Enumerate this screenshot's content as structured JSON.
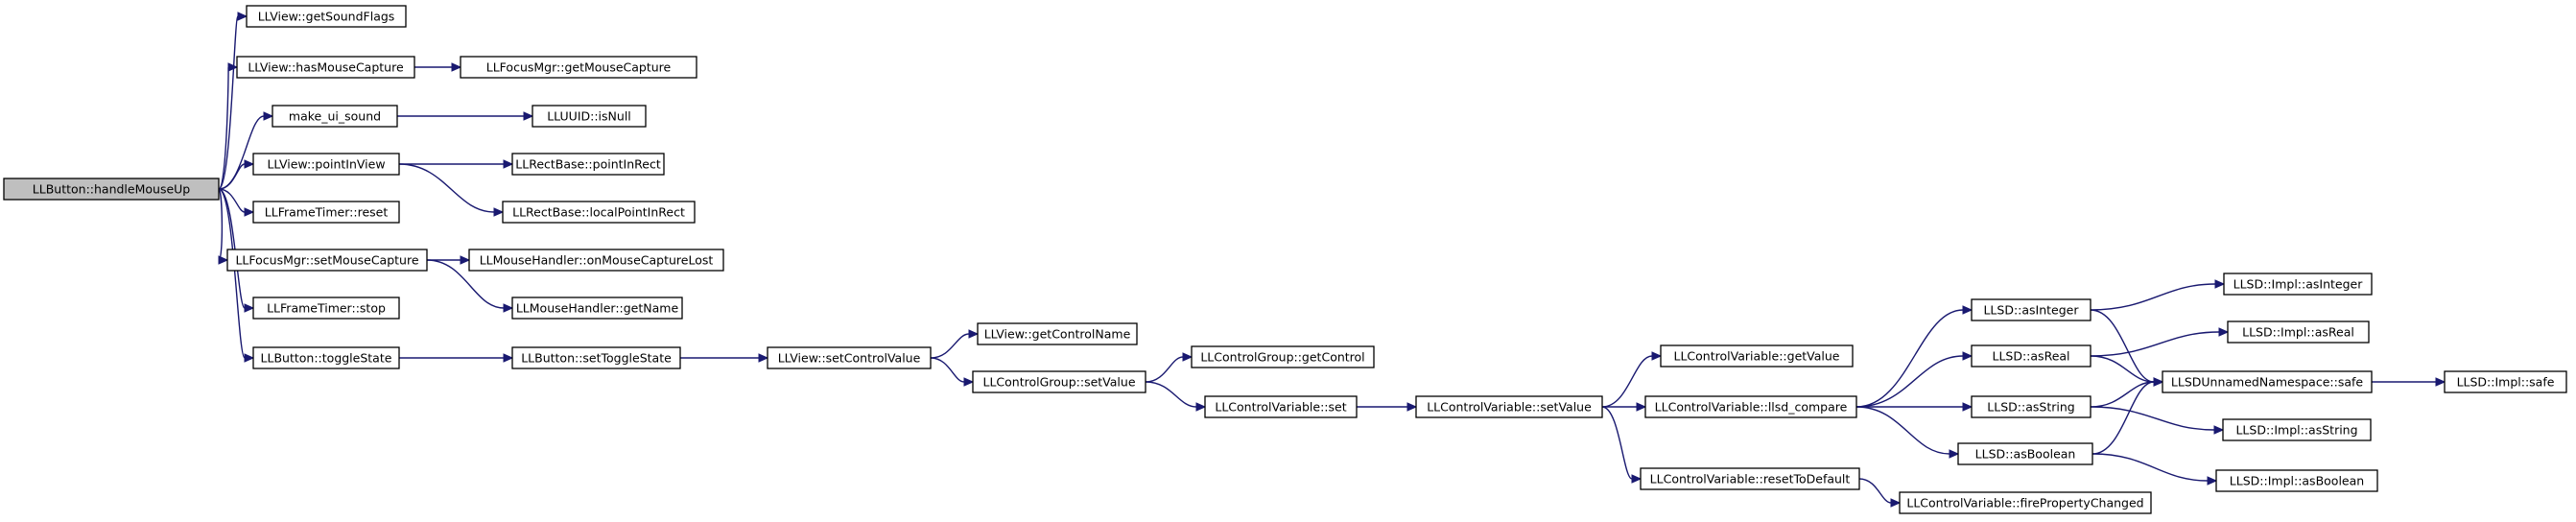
{
  "diagram": {
    "nodes": [
      {
        "id": "n0",
        "label": "LLButton::handleMouseUp",
        "root": true
      },
      {
        "id": "n1",
        "label": "LLView::getSoundFlags"
      },
      {
        "id": "n2",
        "label": "LLView::hasMouseCapture"
      },
      {
        "id": "n3",
        "label": "LLFocusMgr::getMouseCapture"
      },
      {
        "id": "n4",
        "label": "make_ui_sound"
      },
      {
        "id": "n5",
        "label": "LLUUID::isNull"
      },
      {
        "id": "n6",
        "label": "LLView::pointInView"
      },
      {
        "id": "n7",
        "label": "LLRectBase::pointInRect"
      },
      {
        "id": "n8",
        "label": "LLRectBase::localPointInRect"
      },
      {
        "id": "n9",
        "label": "LLFrameTimer::reset"
      },
      {
        "id": "n10",
        "label": "LLFocusMgr::setMouseCapture"
      },
      {
        "id": "n11",
        "label": "LLMouseHandler::onMouseCaptureLost"
      },
      {
        "id": "n12",
        "label": "LLMouseHandler::getName"
      },
      {
        "id": "n13",
        "label": "LLFrameTimer::stop"
      },
      {
        "id": "n14",
        "label": "LLButton::toggleState"
      },
      {
        "id": "n15",
        "label": "LLButton::setToggleState"
      },
      {
        "id": "n16",
        "label": "LLView::setControlValue"
      },
      {
        "id": "n17",
        "label": "LLView::getControlName"
      },
      {
        "id": "n18",
        "label": "LLControlGroup::setValue"
      },
      {
        "id": "n19",
        "label": "LLControlGroup::getControl"
      },
      {
        "id": "n20",
        "label": "LLControlVariable::set"
      },
      {
        "id": "n21",
        "label": "LLControlVariable::setValue"
      },
      {
        "id": "n22",
        "label": "LLControlVariable::getValue"
      },
      {
        "id": "n23",
        "label": "LLControlVariable::llsd_compare"
      },
      {
        "id": "n24",
        "label": "LLControlVariable::resetToDefault"
      },
      {
        "id": "n25",
        "label": "LLControlVariable::firePropertyChanged"
      },
      {
        "id": "n26",
        "label": "LLSD::asInteger"
      },
      {
        "id": "n27",
        "label": "LLSD::asReal"
      },
      {
        "id": "n28",
        "label": "LLSD::asString"
      },
      {
        "id": "n29",
        "label": "LLSD::asBoolean"
      },
      {
        "id": "n30",
        "label": "LLSD::Impl::asInteger"
      },
      {
        "id": "n31",
        "label": "LLSD::Impl::asReal"
      },
      {
        "id": "n32",
        "label": "LLSDUnnamedNamespace::safe"
      },
      {
        "id": "n33",
        "label": "LLSD::Impl::asString"
      },
      {
        "id": "n34",
        "label": "LLSD::Impl::asBoolean"
      },
      {
        "id": "n35",
        "label": "LLSD::Impl::safe"
      }
    ],
    "edges": [
      [
        "n0",
        "n1"
      ],
      [
        "n0",
        "n2"
      ],
      [
        "n0",
        "n4"
      ],
      [
        "n0",
        "n6"
      ],
      [
        "n0",
        "n9"
      ],
      [
        "n0",
        "n10"
      ],
      [
        "n0",
        "n13"
      ],
      [
        "n0",
        "n14"
      ],
      [
        "n2",
        "n3"
      ],
      [
        "n4",
        "n5"
      ],
      [
        "n6",
        "n7"
      ],
      [
        "n6",
        "n8"
      ],
      [
        "n10",
        "n11"
      ],
      [
        "n10",
        "n12"
      ],
      [
        "n14",
        "n15"
      ],
      [
        "n15",
        "n16"
      ],
      [
        "n16",
        "n17"
      ],
      [
        "n16",
        "n18"
      ],
      [
        "n18",
        "n19"
      ],
      [
        "n18",
        "n20"
      ],
      [
        "n20",
        "n21"
      ],
      [
        "n21",
        "n22"
      ],
      [
        "n21",
        "n23"
      ],
      [
        "n21",
        "n24"
      ],
      [
        "n24",
        "n25"
      ],
      [
        "n23",
        "n26"
      ],
      [
        "n23",
        "n27"
      ],
      [
        "n23",
        "n28"
      ],
      [
        "n23",
        "n29"
      ],
      [
        "n26",
        "n30"
      ],
      [
        "n26",
        "n32"
      ],
      [
        "n27",
        "n31"
      ],
      [
        "n27",
        "n32"
      ],
      [
        "n28",
        "n32"
      ],
      [
        "n28",
        "n33"
      ],
      [
        "n29",
        "n32"
      ],
      [
        "n29",
        "n34"
      ],
      [
        "n32",
        "n35"
      ]
    ]
  }
}
